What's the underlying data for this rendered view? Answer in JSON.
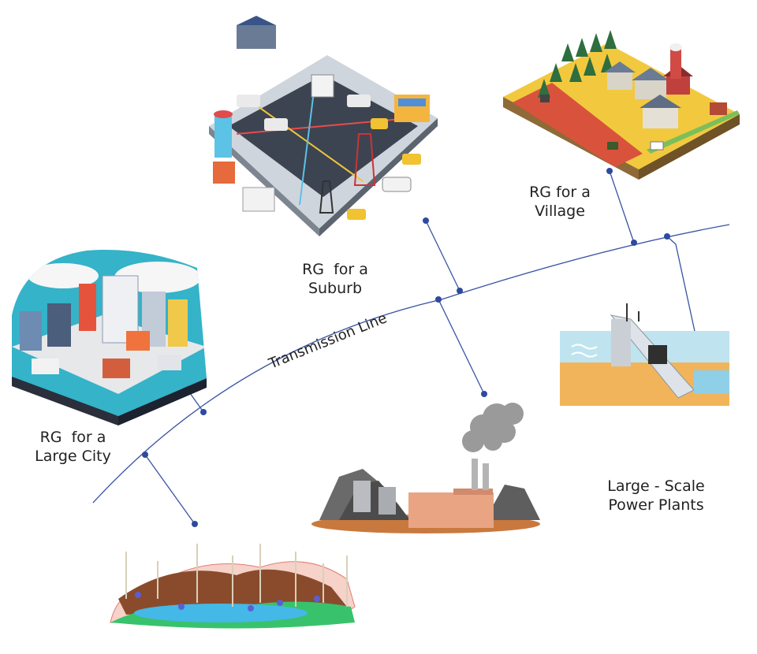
{
  "labels": {
    "suburb": [
      "RG  for a",
      "Suburb"
    ],
    "village": [
      "RG for a",
      "Village"
    ],
    "city": [
      "RG  for a",
      "Large City"
    ],
    "plants": [
      "Large - Scale",
      "Power Plants"
    ],
    "transmission": "Transmission Line"
  },
  "colors": {
    "line": "#3a53a4",
    "node": "#2e4a9e"
  }
}
